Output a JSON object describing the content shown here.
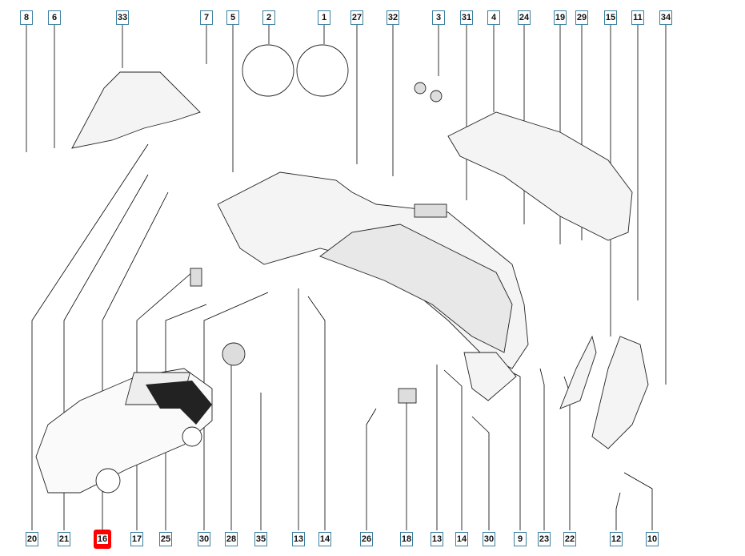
{
  "top_callouts": [
    "8",
    "6",
    "33",
    "7",
    "5",
    "2",
    "1",
    "27",
    "32",
    "3",
    "31",
    "4",
    "24",
    "19",
    "29",
    "15",
    "11",
    "34"
  ],
  "bottom_callouts": [
    "20",
    "21",
    "16",
    "17",
    "25",
    "30",
    "28",
    "35",
    "13",
    "14",
    "26",
    "18",
    "13",
    "14",
    "30",
    "9",
    "23",
    "22",
    "12",
    "10"
  ],
  "highlighted_callout": "16",
  "colors": {
    "callout_border": "#3a7fa0",
    "highlight": "#ff0000",
    "line": "#000000"
  }
}
